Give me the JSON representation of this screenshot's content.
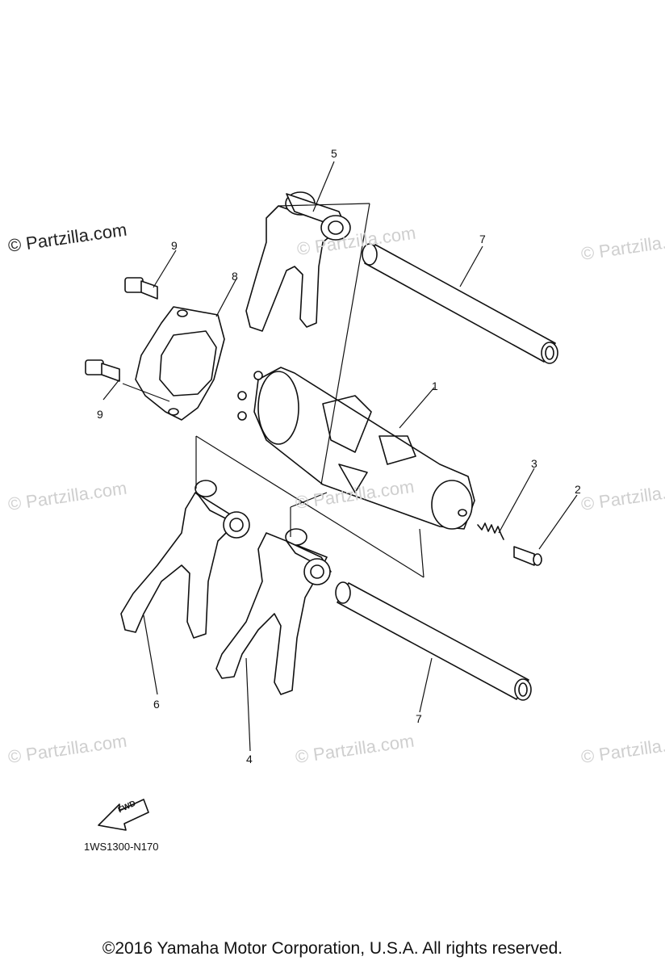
{
  "watermark": {
    "primary": "© Partzilla.com",
    "faint": "© Partzilla.com"
  },
  "callouts": {
    "c1": "1",
    "c2": "2",
    "c3": "3",
    "c4": "4",
    "c5": "5",
    "c6": "6",
    "c7a": "7",
    "c7b": "7",
    "c8": "8",
    "c9a": "9",
    "c9b": "9"
  },
  "fwd_label": "FWD",
  "diagram_code": "1WS1300-N170",
  "copyright": "©2016 Yamaha Motor Corporation, U.S.A. All rights reserved."
}
